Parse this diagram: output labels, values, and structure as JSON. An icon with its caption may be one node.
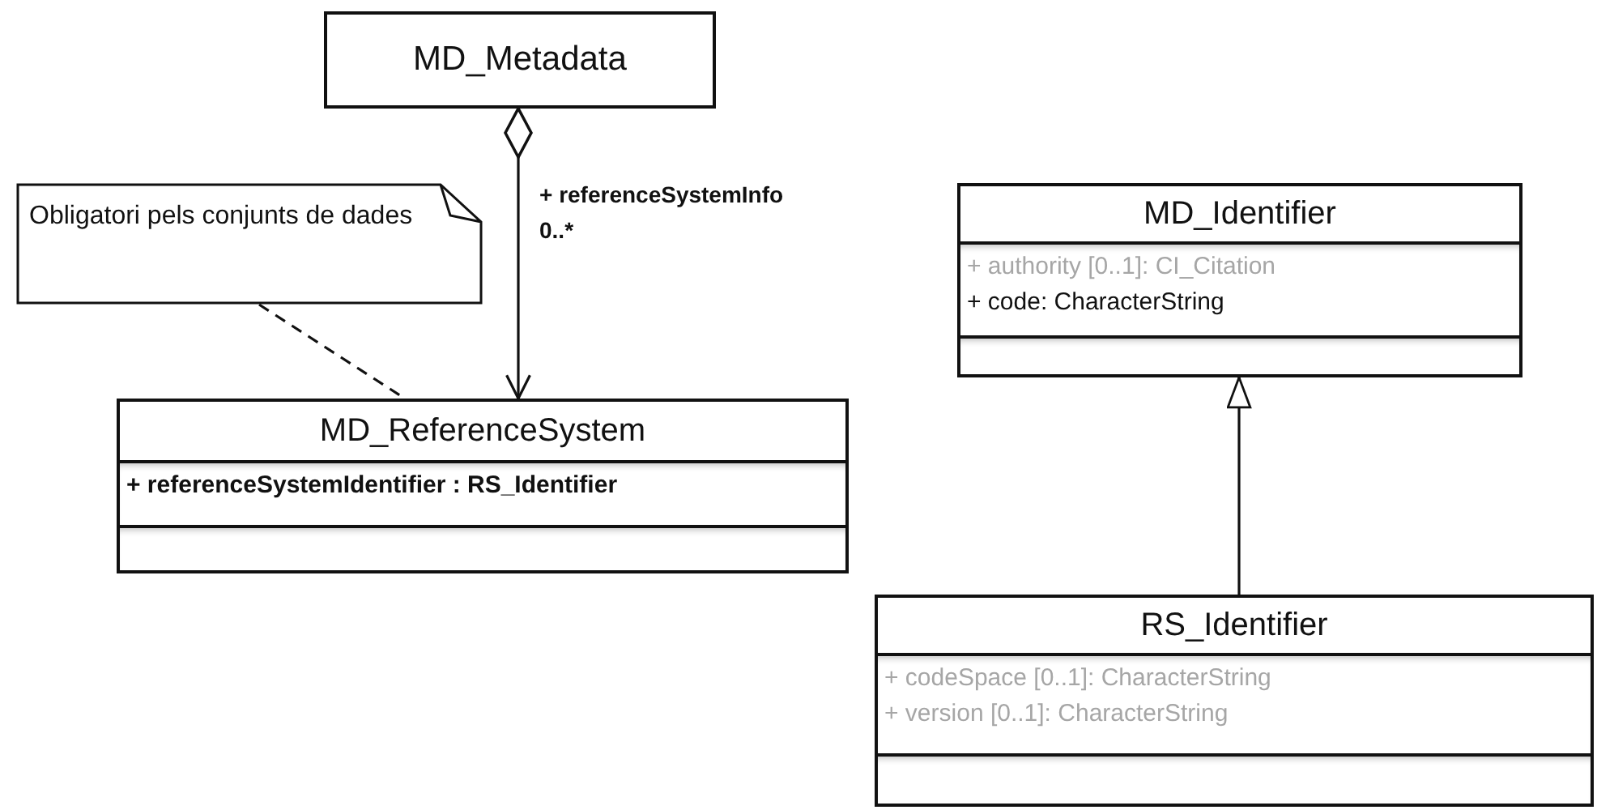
{
  "diagram": {
    "nodes": [
      {
        "text": [
          "MD_Metadata"
        ]
      },
      {
        "text": [
          "Obligatori pels conjunts de dades"
        ]
      },
      {
        "text": [
          "MD_ReferenceSystem",
          "+ referenceSystemIdentifier : RS_Identifier"
        ]
      },
      {
        "text": [
          "MD_Identifier",
          "+ authority [0..1]: CI_Citation",
          "+ code: CharacterString"
        ]
      },
      {
        "text": [
          "RS_Identifier",
          "+ codeSpace [0..1]: CharacterString",
          "+ version [0..1]: CharacterString"
        ]
      }
    ],
    "edges": [
      {
        "from": 0,
        "to": 2,
        "arrow": "to",
        "label": "+ referenceSystemInfo"
      },
      {
        "from": 1,
        "to": 2,
        "arrow": "none",
        "style": "dashed"
      },
      {
        "from": 4,
        "to": 3,
        "arrow": "to"
      }
    ],
    "labels": [
      "0..*"
    ]
  }
}
